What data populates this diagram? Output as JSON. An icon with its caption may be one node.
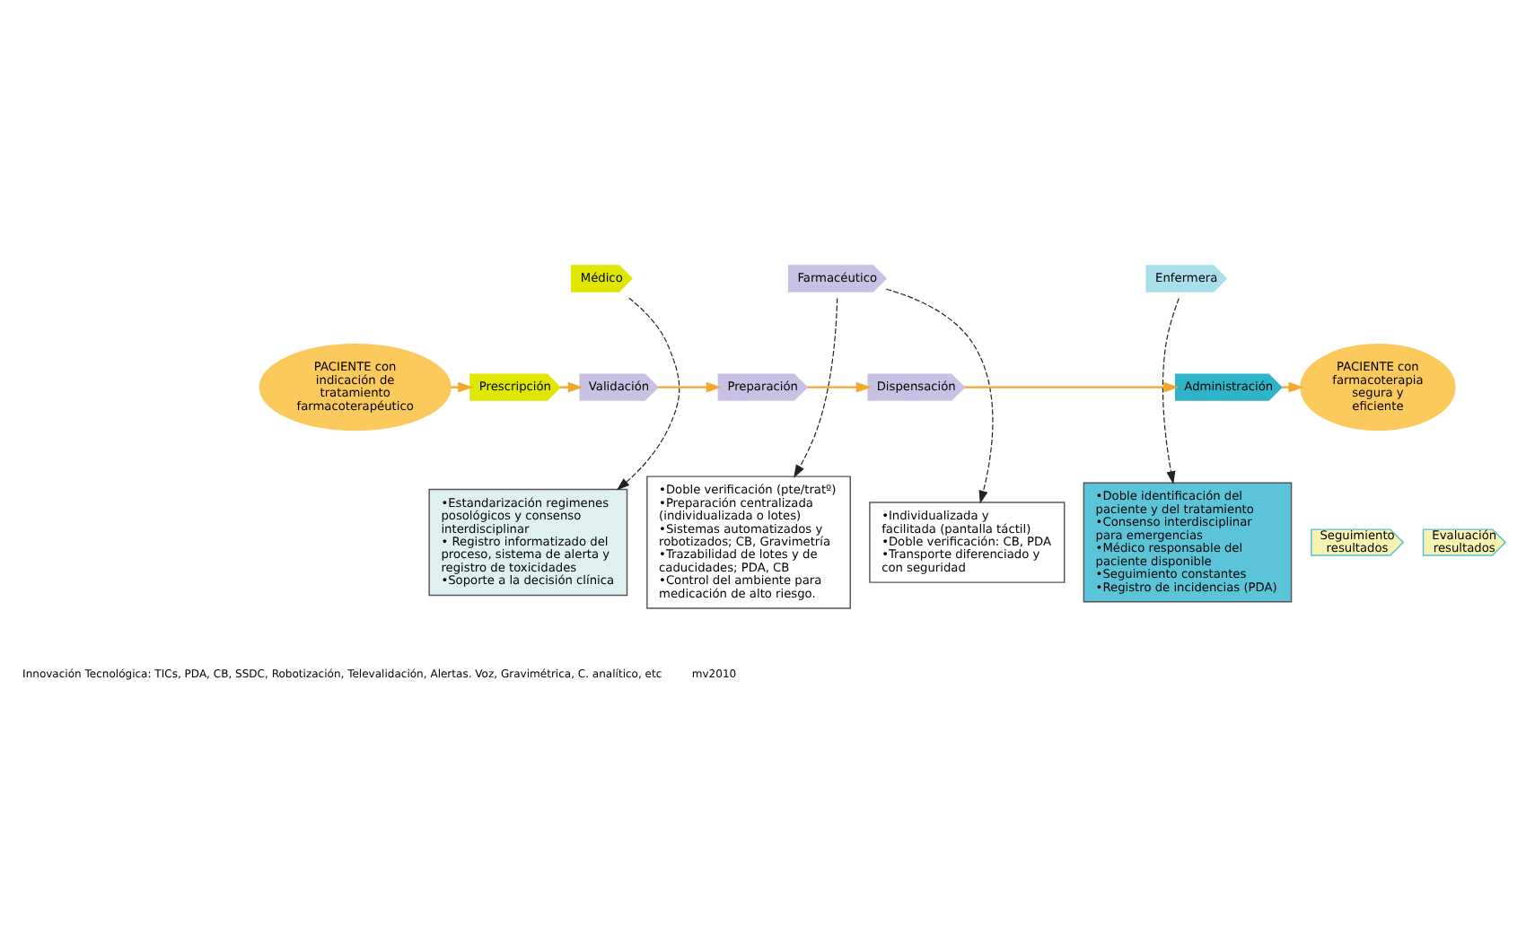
{
  "diagram": {
    "nodes": [
      {
        "text": [
          "Médico"
        ]
      },
      {
        "text": [
          "Farmacéutico"
        ]
      },
      {
        "text": [
          "Enfermera"
        ]
      },
      {
        "text": [
          "PACIENTE con indicación de tratamiento farmacoterapéutico"
        ]
      },
      {
        "text": [
          "Prescripción"
        ]
      },
      {
        "text": [
          "Validación"
        ]
      },
      {
        "text": [
          "Preparación"
        ]
      },
      {
        "text": [
          "Dispensación"
        ]
      },
      {
        "text": [
          "Administración"
        ]
      },
      {
        "text": [
          "Seguimiento resultados"
        ]
      },
      {
        "text": [
          "Evaluación resultados"
        ]
      },
      {
        "text": [
          "PACIENTE con farmacoterapia segura y eficiente"
        ]
      },
      {
        "text": [
          "•Estandarización regimenes posológicos y consenso interdisciplinar",
          "• Registro informatizado del proceso, sistema de alerta y registro de toxicidades",
          "•Soporte a la decisión clínica"
        ]
      },
      {
        "text": [
          "•Doble verificación (pte/tratº)",
          "•Preparación centralizada (individualizada o lotes)",
          "•Sistemas automatizados y robotizados; CB, Gravimetría",
          "•Trazabilidad de lotes y de caducidades; PDA, CB",
          "•Control del ambiente para medicación de alto riesgo."
        ]
      },
      {
        "text": [
          "•Individualizada y facilitada (pantalla táctil)",
          "•Doble verificación: CB, PDA",
          "•Transporte diferenciado y con seguridad"
        ]
      },
      {
        "text": [
          "•Doble identificación del paciente y del tratamiento",
          "•Consenso interdisciplinar para emergencias",
          "•Médico responsable del paciente disponible",
          "•Seguimiento constantes",
          "•Registro de incidencias (PDA)"
        ]
      }
    ],
    "edges": [
      {
        "from": 3,
        "to": 4,
        "arrow": "to",
        "color": "#f0a830"
      },
      {
        "from": 4,
        "to": 5,
        "arrow": "to",
        "color": "#f0a830"
      },
      {
        "from": 5,
        "to": 6,
        "arrow": "to",
        "color": "#f0a830"
      },
      {
        "from": 6,
        "to": 7,
        "arrow": "to",
        "color": "#f0a830"
      },
      {
        "from": 7,
        "to": 8,
        "arrow": "to",
        "color": "#f0a830"
      },
      {
        "from": 8,
        "to": 11,
        "arrow": "to",
        "color": "#f0a830"
      },
      {
        "from": 0,
        "to": 12,
        "arrow": "to",
        "style": "dashed",
        "color": "#222222"
      },
      {
        "from": 1,
        "to": 13,
        "arrow": "to",
        "style": "dashed",
        "color": "#222222"
      },
      {
        "from": 1,
        "to": 14,
        "arrow": "to",
        "style": "dashed",
        "color": "#222222"
      },
      {
        "from": 2,
        "to": 15,
        "arrow": "to",
        "style": "dashed",
        "color": "#222222"
      }
    ],
    "labels": [
      "Innovación Tecnológica: TICs, PDA, CB, SSDC, Robotización, Televalidación, Alertas. Voz, Gravimétrica, C. analítico, etc",
      "mv2010"
    ]
  }
}
